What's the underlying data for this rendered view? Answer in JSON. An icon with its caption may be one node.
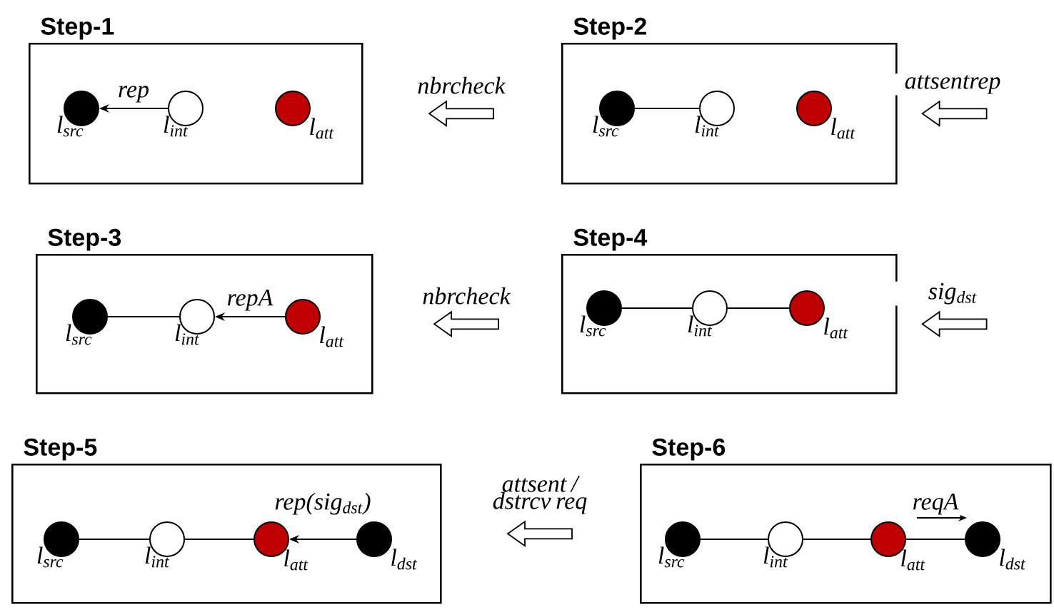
{
  "diagram": {
    "nodes": [
      {
        "text": [
          "Step-1"
        ]
      },
      {
        "text": [],
        "shape": "circle",
        "in": 0,
        "beside": [
          "l$_{src}$"
        ]
      },
      {
        "text": [],
        "shape": "circle",
        "in": 0,
        "beside": [
          "l$_{int}$"
        ]
      },
      {
        "text": [],
        "shape": "circle",
        "in": 0,
        "beside": [
          "l$_{att}$"
        ]
      },
      {
        "text": [
          "Step-2"
        ]
      },
      {
        "text": [],
        "shape": "circle",
        "in": 4,
        "beside": [
          "l$_{src}$"
        ]
      },
      {
        "text": [],
        "shape": "circle",
        "in": 4,
        "beside": [
          "l$_{int}$"
        ]
      },
      {
        "text": [],
        "shape": "circle",
        "in": 4,
        "beside": [
          "l$_{att}$"
        ]
      },
      {
        "text": [
          "Step-3"
        ]
      },
      {
        "text": [],
        "shape": "circle",
        "in": 8,
        "beside": [
          "l$_{src}$"
        ]
      },
      {
        "text": [],
        "shape": "circle",
        "in": 8,
        "beside": [
          "l$_{int}$"
        ]
      },
      {
        "text": [],
        "shape": "circle",
        "in": 8,
        "beside": [
          "l$_{att}$"
        ]
      },
      {
        "text": [
          "Step-4"
        ]
      },
      {
        "text": [],
        "shape": "circle",
        "in": 12,
        "beside": [
          "l$_{src}$"
        ]
      },
      {
        "text": [],
        "shape": "circle",
        "in": 12,
        "beside": [
          "l$_{int}$"
        ]
      },
      {
        "text": [],
        "shape": "circle",
        "in": 12,
        "beside": [
          "l$_{att}$"
        ]
      },
      {
        "text": [
          "Step-5"
        ]
      },
      {
        "text": [],
        "shape": "circle",
        "in": 16,
        "beside": [
          "l$_{src}$"
        ]
      },
      {
        "text": [],
        "shape": "circle",
        "in": 16,
        "beside": [
          "l$_{int}$"
        ]
      },
      {
        "text": [],
        "shape": "circle",
        "in": 16,
        "beside": [
          "l$_{att}$"
        ]
      },
      {
        "text": [],
        "shape": "circle",
        "in": 16,
        "beside": [
          "l$_{dst}$"
        ]
      },
      {
        "text": [
          "Step-6"
        ]
      },
      {
        "text": [],
        "shape": "circle",
        "in": 21,
        "beside": [
          "l$_{src}$"
        ]
      },
      {
        "text": [],
        "shape": "circle",
        "in": 21,
        "beside": [
          "l$_{int}$"
        ]
      },
      {
        "text": [],
        "shape": "circle",
        "in": 21,
        "beside": [
          "l$_{att}$"
        ]
      },
      {
        "text": [],
        "shape": "circle",
        "in": 21,
        "beside": [
          "l$_{dst}$"
        ]
      }
    ],
    "edges": [
      {
        "from": 4,
        "to": 0,
        "arrow": "to",
        "label": "nbrcheck",
        "style": "thick"
      },
      {
        "from": null,
        "to": 4,
        "arrow": "to",
        "label": "attsentrep",
        "style": "thick"
      },
      {
        "from": 12,
        "to": 8,
        "arrow": "to",
        "label": "nbrcheck",
        "style": "thick"
      },
      {
        "from": null,
        "to": 12,
        "arrow": "to",
        "label": "sig$_{dst}$",
        "style": "thick"
      },
      {
        "from": 21,
        "to": 16,
        "arrow": "to",
        "label": "attsent / dstrcv req",
        "style": "thick"
      },
      {
        "from": 2,
        "to": 1,
        "arrow": "to",
        "label": "rep"
      },
      {
        "from": 5,
        "to": 6,
        "arrow": "none"
      },
      {
        "from": 9,
        "to": 10,
        "arrow": "none"
      },
      {
        "from": 11,
        "to": 10,
        "arrow": "to",
        "label": "repA"
      },
      {
        "from": 13,
        "to": 14,
        "arrow": "none"
      },
      {
        "from": 14,
        "to": 15,
        "arrow": "none"
      },
      {
        "from": 17,
        "to": 18,
        "arrow": "none"
      },
      {
        "from": 18,
        "to": 19,
        "arrow": "none"
      },
      {
        "from": 20,
        "to": 19,
        "arrow": "to",
        "label": "rep(sig$_{dst}$)"
      },
      {
        "from": 22,
        "to": 23,
        "arrow": "none"
      },
      {
        "from": 23,
        "to": 24,
        "arrow": "none"
      },
      {
        "from": 24,
        "to": 25,
        "arrow": "none",
        "label": "reqA"
      }
    ]
  }
}
